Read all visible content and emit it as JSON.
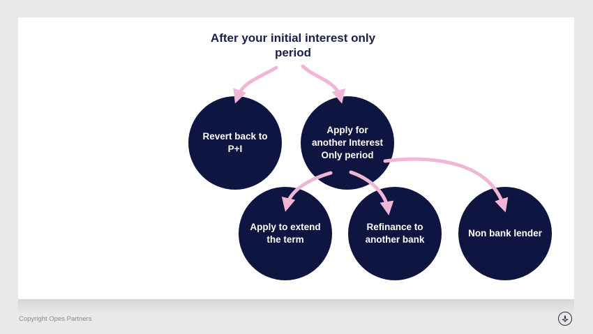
{
  "title": "After your initial interest only period",
  "nodes": {
    "revert": "Revert back to P+I",
    "interest_only": "Apply for another Interest Only period",
    "extend": "Apply to extend the term",
    "refinance": "Refinance to another bank",
    "non_bank": "Non bank lender"
  },
  "footer": "Copyright Opes Partners",
  "colors": {
    "node_fill": "#0e1540",
    "arrow": "#f0b6d6",
    "title": "#1a1f4a"
  },
  "logo_icon": "fleur-de-lis-icon"
}
